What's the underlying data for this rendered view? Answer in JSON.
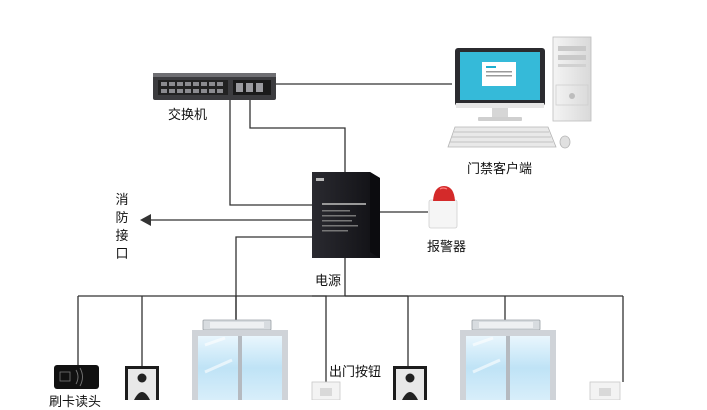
{
  "labels": {
    "switch": "交换机",
    "client": "门禁客户端",
    "fire_interface": "消防接口",
    "alarm": "报警器",
    "power": "电源",
    "exit_button": "出门按钮",
    "card_reader": "刷卡读头"
  },
  "colors": {
    "line": "#333333",
    "controller": "#1e1e22",
    "alarm_red": "#d42a2a",
    "glass": "#bfe3f6",
    "frame": "#cfd3d8"
  }
}
